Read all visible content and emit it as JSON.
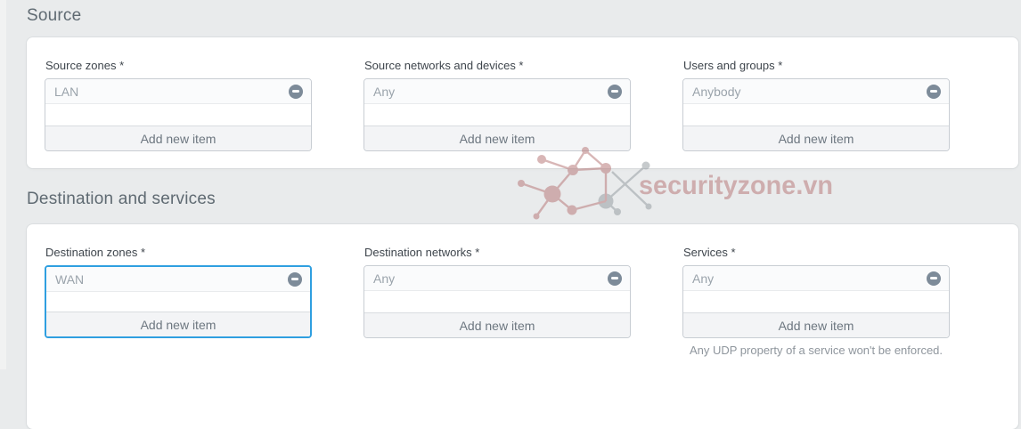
{
  "watermark": {
    "text": "securityzone.vn"
  },
  "icons": {
    "remove_item": "minus-circle-icon",
    "watermark_logo": "network-graph-icon"
  },
  "colors": {
    "focus_border": "#2f9fe0",
    "remove_icon": "#7d8b99",
    "watermark_pink": "#b97c7c",
    "watermark_gray": "#999fa4",
    "page_background": "#e9ebec"
  },
  "sections": [
    {
      "title": "Source",
      "fields": [
        {
          "label": "Source zones *",
          "items": [
            "LAN"
          ],
          "add_button": "Add new item"
        },
        {
          "label": "Source networks and devices *",
          "items": [
            "Any"
          ],
          "add_button": "Add new item"
        },
        {
          "label": "Users and groups *",
          "items": [
            "Anybody"
          ],
          "add_button": "Add new item"
        }
      ]
    },
    {
      "title": "Destination and services",
      "fields": [
        {
          "label": "Destination zones *",
          "items": [
            "WAN"
          ],
          "add_button": "Add new item",
          "focused": true
        },
        {
          "label": "Destination networks *",
          "items": [
            "Any"
          ],
          "add_button": "Add new item"
        },
        {
          "label": "Services *",
          "items": [
            "Any"
          ],
          "add_button": "Add new item",
          "note": "Any UDP property of a service won't be enforced."
        }
      ]
    }
  ]
}
